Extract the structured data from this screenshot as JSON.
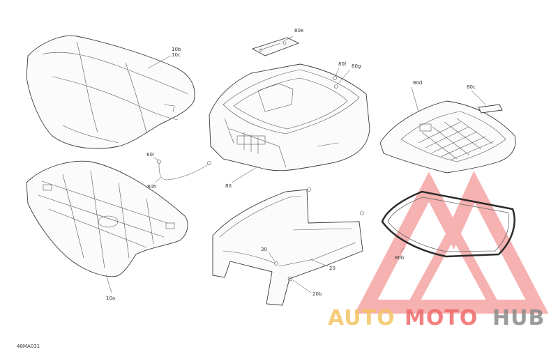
{
  "labels": {
    "l10b": "10b",
    "l10c": "10c",
    "l10a": "10a",
    "l80": "80",
    "l80e": "80e",
    "l80f": "80f",
    "l80g": "80g",
    "l80d": "80d",
    "l80c": "80c",
    "l80i": "80i",
    "l80h": "80h",
    "l80b": "80b",
    "l30": "30",
    "l20": "20",
    "l20b": "20b"
  },
  "figure_code": "48MA031",
  "watermark": {
    "word_part1": "AUTO",
    "word_part2": "MOTO",
    "word_part3": "HUB",
    "colors": {
      "auto": "#f3c463",
      "moto": "#f06b6b",
      "hub": "#8a8a8a"
    }
  }
}
